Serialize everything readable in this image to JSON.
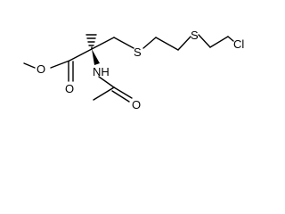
{
  "molecule": {
    "atoms": {
      "methoxy_oxygen": "O",
      "carbonyl_oxygen_ester": "O",
      "amide_nitrogen": "NH",
      "carbonyl_oxygen_amide": "O",
      "sulfur_1": "S",
      "sulfur_2": "S",
      "chlorine": "Cl"
    }
  }
}
